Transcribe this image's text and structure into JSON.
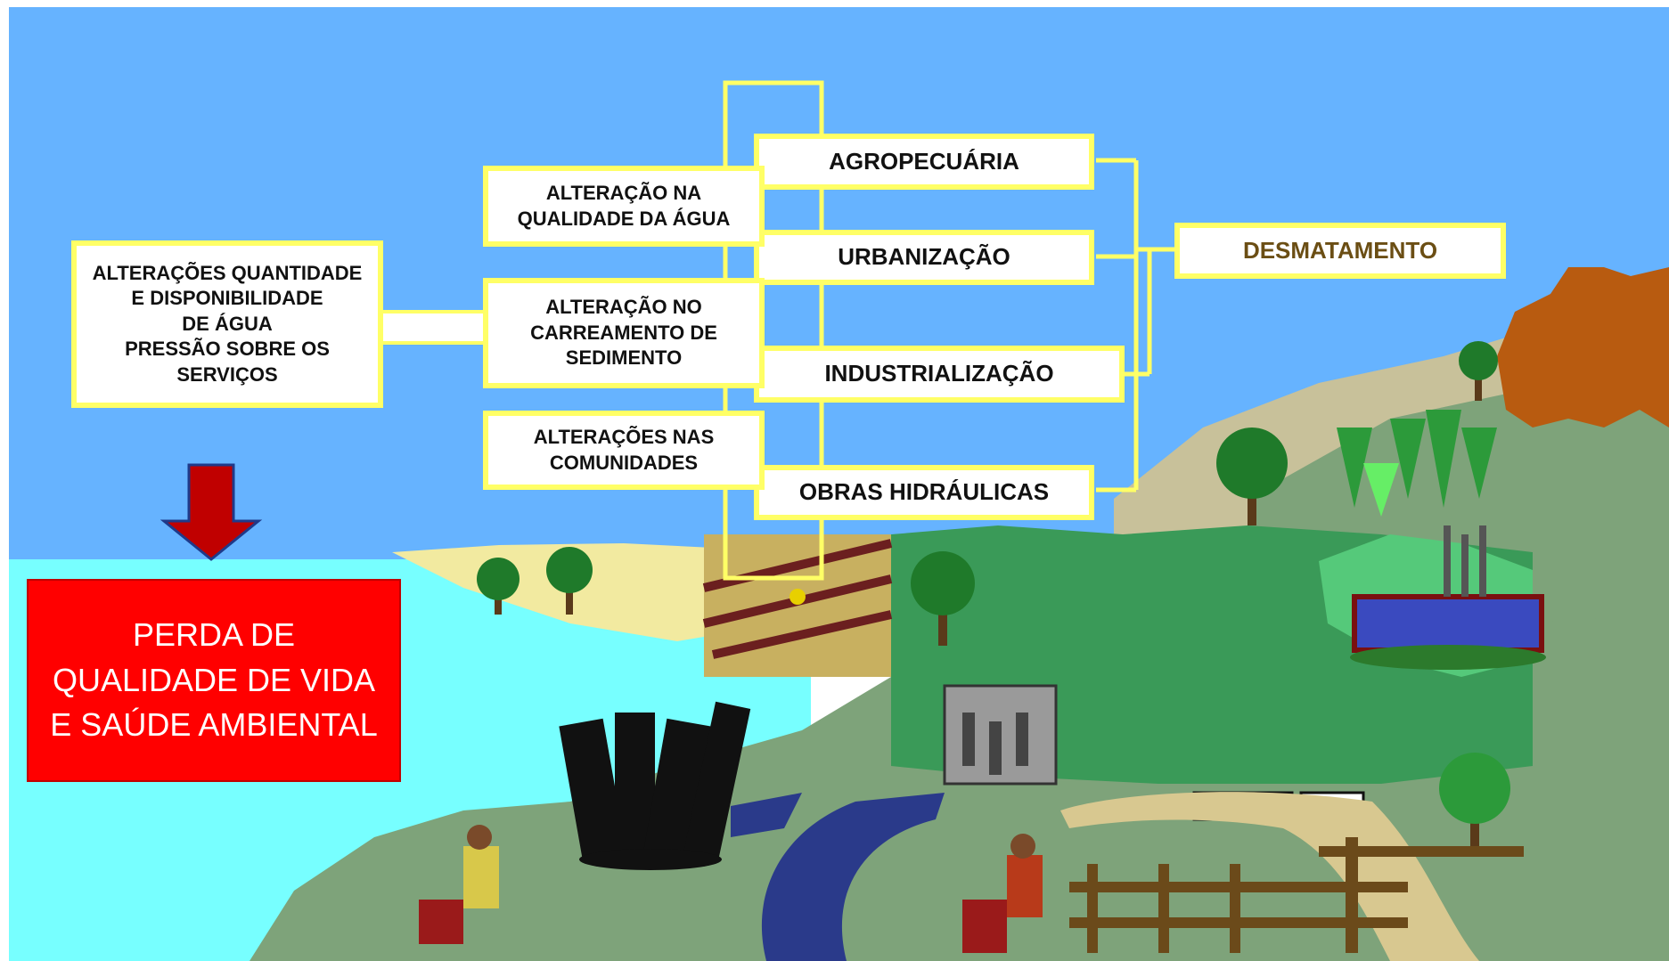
{
  "diagram": {
    "drivers": {
      "agropecuaria": "AGROPECUÁRIA",
      "urbanizacao": "URBANIZAÇÃO",
      "industrializacao": "INDUSTRIALIZAÇÃO",
      "obras_hidraulicas": "OBRAS HIDRÁULICAS"
    },
    "root": "DESMATAMENTO",
    "effects": {
      "qualidade_agua": "ALTERAÇÃO NA\nQUALIDADE DA ÁGUA",
      "carreamento": "ALTERAÇÃO NO\nCARREAMENTO DE\nSEDIMENTO",
      "comunidades": "ALTERAÇÕES NAS\nCOMUNIDADES"
    },
    "consequence": "ALTERAÇÕES QUANTIDADE\nE DISPONIBILIDADE\nDE ÁGUA\nPRESSÃO SOBRE OS\nSERVIÇOS",
    "outcome": "PERDA DE\nQUALIDADE DE VIDA\nE SAÚDE AMBIENTAL"
  },
  "colors": {
    "sky": "#66b3ff",
    "water": "#77ffff",
    "box_border": "#ffff66",
    "outcome_fill": "#ff0000",
    "arrow": "#c00000",
    "root_text": "#6b4e14"
  }
}
